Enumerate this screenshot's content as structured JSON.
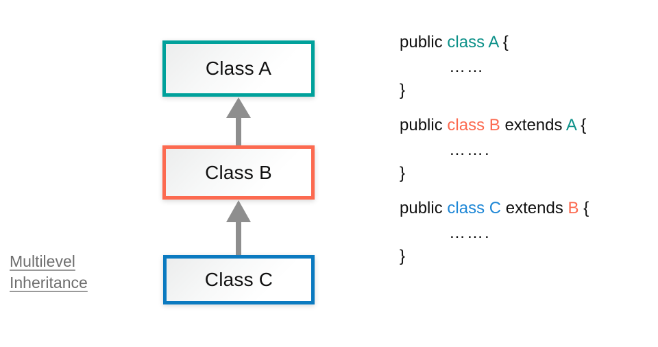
{
  "diagram": {
    "caption": {
      "line1": "Multilevel",
      "line2": "Inheritance"
    },
    "boxes": [
      {
        "label": "Class A",
        "color": "#00a19b",
        "name": "class-a"
      },
      {
        "label": "Class B",
        "color": "#fc6a50",
        "name": "class-b"
      },
      {
        "label": "Class C",
        "color": "#0b7ac0",
        "name": "class-c"
      }
    ],
    "arrows": [
      {
        "name": "arrow-class-b-to-class-a",
        "from": "Class B",
        "to": "Class A",
        "color": "#8e8e8e"
      },
      {
        "name": "arrow-class-c-to-class-b",
        "from": "Class C",
        "to": "Class B",
        "color": "#8e8e8e"
      }
    ]
  },
  "code": {
    "blocks": [
      {
        "name": "code-class-a",
        "keyword_public": "public",
        "keyword_class": "class",
        "class_name": "A",
        "keyword_extends": "",
        "parent_name": "",
        "brace_open": "{",
        "body": "……",
        "brace_close": "}"
      },
      {
        "name": "code-class-b",
        "keyword_public": "public",
        "keyword_class": "class",
        "class_name": "B",
        "keyword_extends": "extends",
        "parent_name": "A",
        "brace_open": "{",
        "body": "…….",
        "brace_close": "}"
      },
      {
        "name": "code-class-c",
        "keyword_public": "public",
        "keyword_class": "class",
        "class_name": "C",
        "keyword_extends": "extends",
        "parent_name": "B",
        "brace_open": "{",
        "body": "…….",
        "brace_close": "}"
      }
    ]
  },
  "colors": {
    "teal": "#00a19b",
    "coral": "#fc6a50",
    "blue": "#0b7ac0",
    "arrow_gray": "#8e8e8e",
    "caption_gray": "#6e6e6e",
    "code_text": "#111111"
  }
}
